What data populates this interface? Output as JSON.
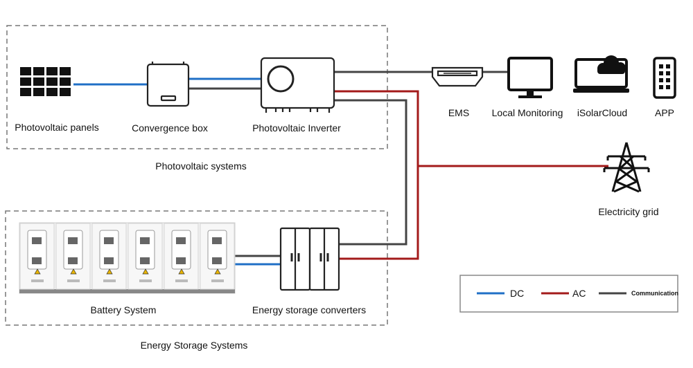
{
  "labels": {
    "photovoltaic_panels": "Photovoltaic panels",
    "convergence_box": "Convergence box",
    "photovoltaic_inverter": "Photovoltaic Inverter",
    "photovoltaic_systems": "Photovoltaic systems",
    "ems": "EMS",
    "local_monitoring": "Local Monitoring",
    "isolarcloud": "iSolarCloud",
    "app": "APP",
    "electricity_grid": "Electricity grid",
    "battery_system": "Battery System",
    "energy_storage_converters": "Energy storage converters",
    "energy_storage_systems": "Energy Storage Systems"
  },
  "legend": {
    "dc": "DC",
    "ac": "AC",
    "communication": "Communication"
  },
  "colors": {
    "dc": "#1f6fc6",
    "ac": "#a31a1a",
    "communication": "#444444",
    "box_border": "#777777",
    "device": "#222222"
  },
  "icons": [
    "solar-panel-icon",
    "convergence-box-icon",
    "inverter-icon",
    "ems-icon",
    "monitor-icon",
    "laptop-cloud-icon",
    "phone-icon",
    "transmission-tower-icon",
    "battery-cabinet-icon",
    "converter-cabinet-icon"
  ]
}
